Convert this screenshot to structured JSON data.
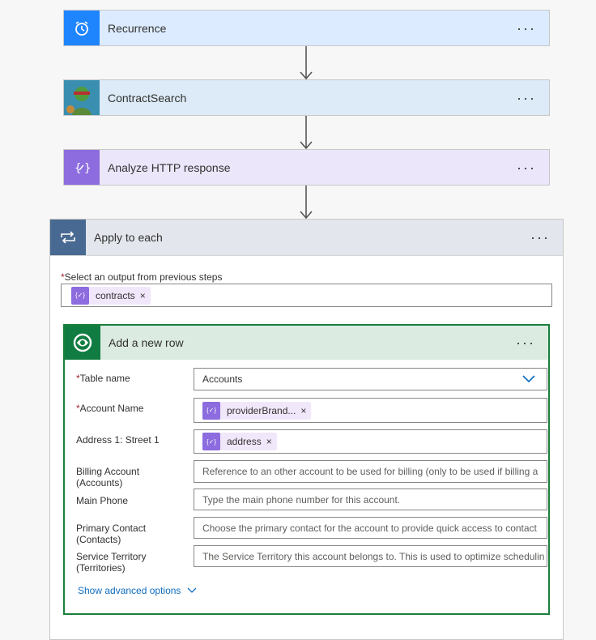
{
  "flow": {
    "steps": [
      {
        "title": "Recurrence",
        "icon": "alarm-clock-icon",
        "color": "#1f85ff",
        "bg": "#dcebff"
      },
      {
        "title": "ContractSearch",
        "icon": "custom-connector-image",
        "color": "#1b5e5e",
        "bg": "#dcebf7"
      },
      {
        "title": "Analyze HTTP response",
        "icon": "data-operation-icon",
        "color": "#8c6cde",
        "bg": "#ece6fb"
      }
    ],
    "more_label": "···"
  },
  "apply_each": {
    "title": "Apply to each",
    "more_label": "···",
    "select_label": "Select an output from previous steps",
    "required_mark": "*",
    "token": {
      "label": "contracts",
      "remove": "×"
    }
  },
  "add_row": {
    "title": "Add a new row",
    "more_label": "···",
    "fields": [
      {
        "label": "Table name",
        "required": "*",
        "value": "Accounts"
      },
      {
        "label": "Account Name",
        "required": "*",
        "token": "providerBrand...",
        "remove": "×"
      },
      {
        "label": "Address 1: Street 1",
        "token": "address",
        "remove": "×"
      },
      {
        "label": "Billing Account (Accounts)",
        "placeholder": "Reference to an other account to be used for billing (only to be used if billing a"
      },
      {
        "label": "Main Phone",
        "placeholder": "Type the main phone number for this account."
      },
      {
        "label": "Primary Contact (Contacts)",
        "placeholder": "Choose the primary contact for the account to provide quick access to contact"
      },
      {
        "label": "Service Territory (Territories)",
        "placeholder": "The Service Territory this account belongs to. This is used to optimize schedulin"
      }
    ],
    "advanced_label": "Show advanced options"
  },
  "colors": {
    "accent": "#0f6cbd",
    "dataverse": "#107c41",
    "loop": "#486991",
    "token": "#8c6cde"
  }
}
